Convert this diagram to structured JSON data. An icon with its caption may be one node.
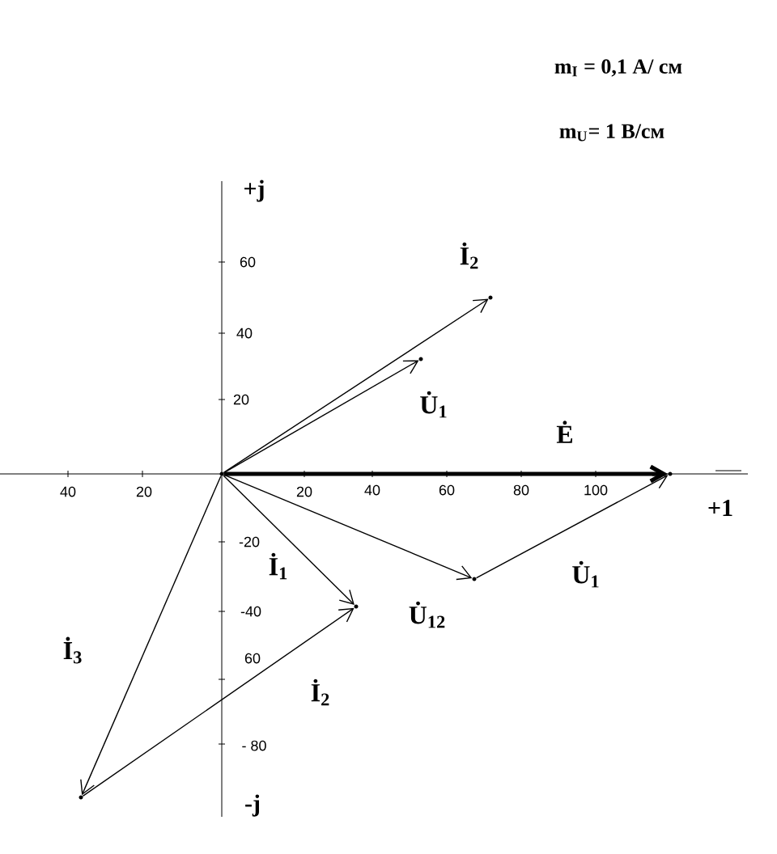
{
  "diagram": {
    "nodes": [
      {
        "text": [],
        "shape": "point"
      },
      {
        "text": [],
        "shape": "point"
      },
      {
        "text": [],
        "shape": "point"
      },
      {
        "text": [],
        "shape": "point"
      },
      {
        "text": [],
        "shape": "point"
      },
      {
        "text": [],
        "shape": "point"
      },
      {
        "text": [],
        "shape": "point"
      }
    ],
    "edges": [
      {
        "from": 0,
        "to": 1,
        "arrow": "to",
        "label": "İ$_{2}$"
      },
      {
        "from": 0,
        "to": 2,
        "arrow": "to",
        "label": "U̇$_{1}$"
      },
      {
        "from": 0,
        "to": 3,
        "arrow": "to",
        "label": "Ė",
        "style": "thick"
      },
      {
        "from": 4,
        "to": 3,
        "arrow": "to",
        "label": "U̇$_{1}$"
      },
      {
        "from": 0,
        "to": 4,
        "arrow": "to",
        "label": "U̇$_{12}$"
      },
      {
        "from": 0,
        "to": 5,
        "arrow": "to",
        "label": "İ$_{1}$"
      },
      {
        "from": 0,
        "to": 6,
        "arrow": "to",
        "label": "İ$_{3}$"
      },
      {
        "from": 6,
        "to": 5,
        "arrow": "to",
        "label": "İ$_{2}$"
      }
    ],
    "labels": [
      "m$_{I}$ = 0,1 А/ см",
      "m$_{U}$= 1 В/см",
      "+j",
      "60",
      "40",
      "20",
      "40",
      "20",
      "20",
      "40",
      "60",
      "80",
      "100",
      "+1",
      "-20",
      "-40",
      "60",
      "- 80",
      "-j"
    ]
  }
}
